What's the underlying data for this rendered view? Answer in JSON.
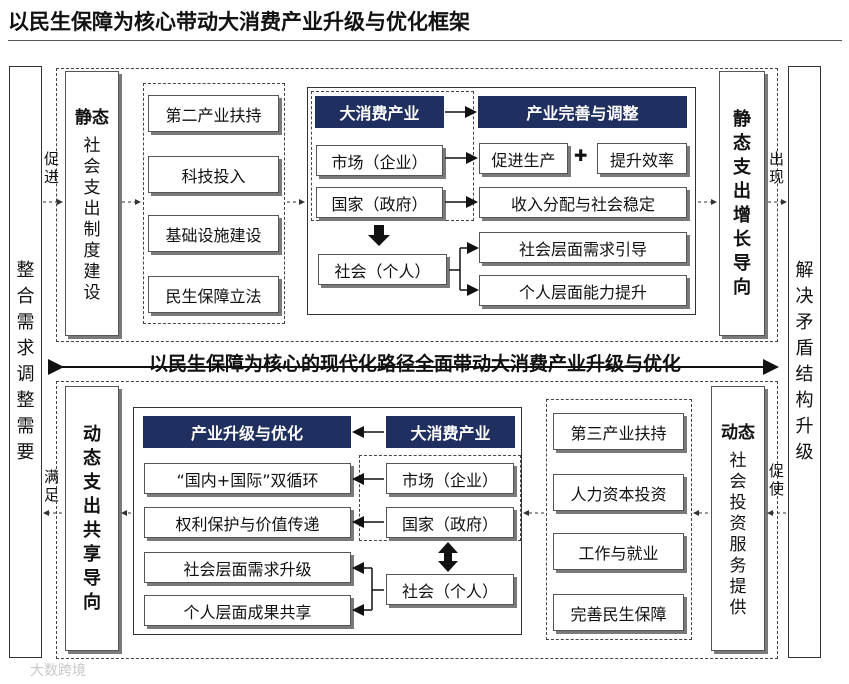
{
  "title": "以民生保障为核心带动大消费产业升级与优化框架",
  "left_bar": "整合需求调整需要",
  "right_bar": "解决矛盾结构升级",
  "labels": {
    "cujin": "促进",
    "chuxian": "出现",
    "manzu": "满足",
    "cushi": "促使"
  },
  "top": {
    "static_social": {
      "head": "静态",
      "body": "社会支出 制度建设"
    },
    "supports": [
      "第二产业扶持",
      "科技投入",
      "基础设施建设",
      "民生保障立法"
    ],
    "dacx": "大消费产业",
    "cywz": "产业完善与调整",
    "market": "市场（企业）",
    "promote": "促进生产",
    "plus": "✚",
    "efficiency": "提升效率",
    "state": "国家（政府）",
    "income": "收入分配与社会稳定",
    "society": "社会（个人）",
    "social_demand": "社会层面需求引导",
    "personal": "个人层面能力提升",
    "outcome": "静态支出 增长导向"
  },
  "middle_banner": "以民生保障为核心的现代化路径全面带动大消费产业升级与优化",
  "bottom": {
    "outcome": "动态支出 共享导向",
    "cysj": "产业升级与优化",
    "dacx": "大消费产业",
    "dual": "“国内+国际”双循环",
    "market": "市场（企业）",
    "rights": "权利保护与价值传递",
    "state": "国家（政府）",
    "social_up": "社会层面需求升级",
    "society": "社会（个人）",
    "personal_share": "个人层面成果共享",
    "supports": [
      "第三产业扶持",
      "人力资本投资",
      "工作与就业",
      "完善民生保障"
    ],
    "dynamic_social": {
      "head": "动态",
      "body": "社会投资 服务提供"
    }
  },
  "watermark": "大数跨境",
  "colors": {
    "dark_box": "#1f2f5f"
  }
}
